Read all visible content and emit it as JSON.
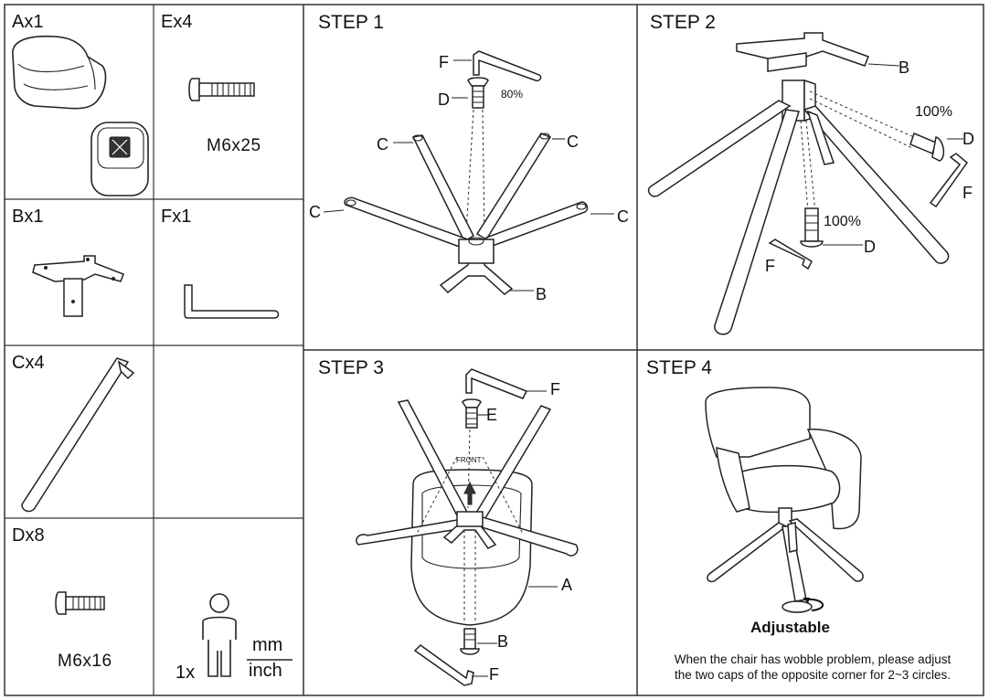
{
  "parts": {
    "a": {
      "label": "Ax1"
    },
    "e": {
      "label": "Ex4",
      "spec": "M6x25"
    },
    "b": {
      "label": "Bx1"
    },
    "f": {
      "label": "Fx1"
    },
    "c": {
      "label": "Cx4"
    },
    "d": {
      "label": "Dx8",
      "spec": "M6x16"
    },
    "people": {
      "count": "1x",
      "unit_top": "mm",
      "unit_bottom": "inch"
    }
  },
  "step1": {
    "title": "STEP 1",
    "callouts": {
      "f": "F",
      "d": "D",
      "b": "B",
      "c1": "C",
      "c2": "C",
      "c3": "C",
      "c4": "C"
    },
    "percent": "80%"
  },
  "step2": {
    "title": "STEP 2",
    "callouts": {
      "b": "B",
      "d1": "D",
      "f1": "F",
      "d2": "D",
      "f2": "F"
    },
    "percent1": "100%",
    "percent2": "100%"
  },
  "step3": {
    "title": "STEP 3",
    "callouts": {
      "f1": "F",
      "e": "E",
      "a": "A",
      "b": "B",
      "f2": "F"
    },
    "front": "FRONT"
  },
  "step4": {
    "title": "STEP 4",
    "adjustable": "Adjustable",
    "note_line1": "When the chair has wobble problem, please adjust",
    "note_line2": "the two caps of the opposite corner for 2~3 circles."
  }
}
